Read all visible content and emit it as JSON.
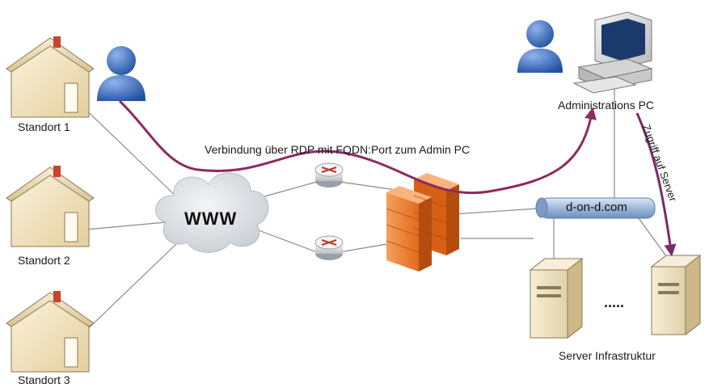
{
  "labels": {
    "site1": "Standort 1",
    "site2": "Standort 2",
    "site3": "Standort 3",
    "internet": "WWW",
    "connection": "Verbindung über RDP mit FQDN:Port zum Admin PC",
    "domain": "d-on-d.com",
    "admin_pc": "Administrations PC",
    "server_access": "Zugriff auf Server",
    "server_ellipsis": ".....",
    "server_infra": "Server Infrastruktur"
  },
  "colors": {
    "connection_arrow": "#8e2a5e",
    "access_arrow": "#7a2a66",
    "bus": "#9fb8da",
    "firewall": "#f08a3a",
    "user": "#3b6fc4",
    "house_wall": "#f3e6c6",
    "cloud": "#d9dde2",
    "lines": "#888888"
  },
  "icons": {
    "site": "house-icon",
    "user": "user-icon",
    "computer": "desktop-computer-icon",
    "router": "router-icon",
    "firewall": "firewall-icon",
    "server": "server-icon",
    "cloud": "cloud-icon"
  }
}
